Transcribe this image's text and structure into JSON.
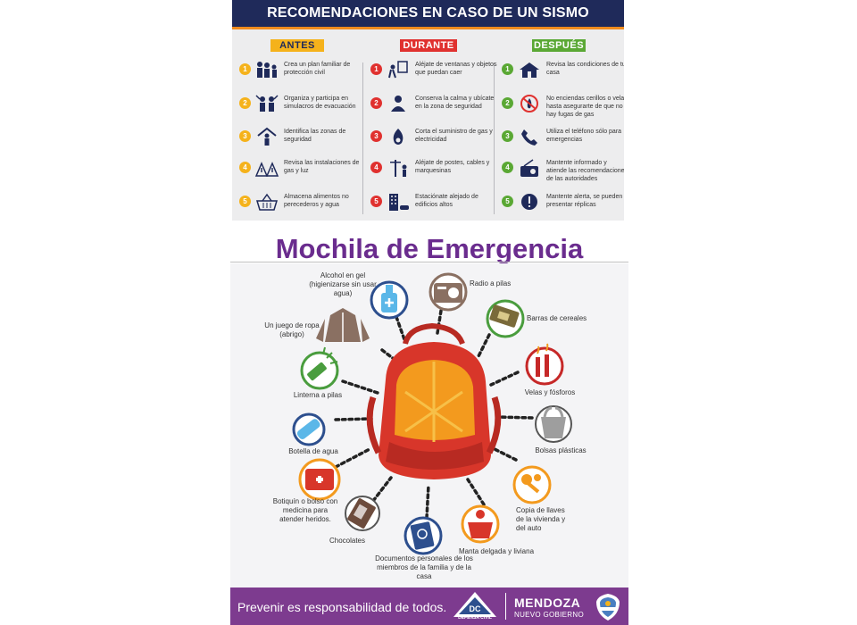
{
  "sismo": {
    "title": "RECOMENDACIONES EN CASO DE UN SISMO",
    "columns": [
      {
        "label": "ANTES",
        "color": "#f5b21b",
        "text_color": "#1f2a5a",
        "items": [
          {
            "n": "1",
            "text": "Crea un plan familiar de protección civil",
            "icon": "family-icon"
          },
          {
            "n": "2",
            "text": "Organiza y participa en simulacros de evacuación",
            "icon": "evacuation-drill-icon"
          },
          {
            "n": "3",
            "text": "Identifica las zonas de seguridad",
            "icon": "safe-zone-icon"
          },
          {
            "n": "4",
            "text": "Revisa las instalaciones de gas y luz",
            "icon": "warning-signs-icon"
          },
          {
            "n": "5",
            "text": "Almacena alimentos no perecederos y agua",
            "icon": "basket-icon"
          }
        ]
      },
      {
        "label": "DURANTE",
        "color": "#e0312f",
        "text_color": "#ffffff",
        "items": [
          {
            "n": "1",
            "text": "Aléjate de ventanas y objetos que puedan caer",
            "icon": "falling-objects-icon"
          },
          {
            "n": "2",
            "text": "Conserva la calma y ubícate en la zona de seguridad",
            "icon": "calm-person-icon"
          },
          {
            "n": "3",
            "text": "Corta el suministro de gas y electricidad",
            "icon": "gas-flame-icon"
          },
          {
            "n": "4",
            "text": "Aléjate de postes, cables y marquesinas",
            "icon": "power-pole-icon"
          },
          {
            "n": "5",
            "text": "Estaciónate alejado de edificios altos",
            "icon": "building-car-icon"
          }
        ]
      },
      {
        "label": "DESPUÉS",
        "color": "#5aa834",
        "text_color": "#ffffff",
        "items": [
          {
            "n": "1",
            "text": "Revisa las condiciones de tu casa",
            "icon": "house-icon"
          },
          {
            "n": "2",
            "text": "No enciendas cerillos o velas hasta asegurarte de que no hay fugas de gas",
            "icon": "no-fire-icon"
          },
          {
            "n": "3",
            "text": "Utiliza el teléfono sólo para emergencias",
            "icon": "phone-icon"
          },
          {
            "n": "4",
            "text": "Mantente informado y atiende las recomendaciones de las autoridades",
            "icon": "radio-icon"
          },
          {
            "n": "5",
            "text": "Mantente alerta, se pueden presentar réplicas",
            "icon": "alert-icon"
          }
        ]
      }
    ]
  },
  "mochila": {
    "title": "Mochila de Emergencia",
    "items": {
      "alcohol": "Alcohol en gel (higienizarse sin usar agua)",
      "radio": "Radio a pilas",
      "ropa": "Un juego de ropa (abrigo)",
      "barras": "Barras de cereales",
      "linterna": "Linterna a pilas",
      "velas": "Velas y fósforos",
      "botella": "Botella de agua",
      "bolsas": "Bolsas plásticas",
      "botiquin": "Botiquín o bolso con medicina para atender heridos.",
      "llaves": "Copia de llaves de la vivienda y del auto",
      "chocolates": "Chocolates",
      "documentos": "Documentos personales de los miembros de la familia y de la casa",
      "manta": "Manta delgada y liviana"
    }
  },
  "footer": {
    "slogan": "Prevenir es responsabilidad de todos.",
    "dc_badge": "DC",
    "dc_label": "DEFENSA CIVIL",
    "brand": "MENDOZA",
    "brand_sub": "NUEVO GOBIERNO"
  },
  "colors": {
    "navy": "#1f2a5a",
    "purple": "#6a2c8e",
    "footer_purple": "#7d3b8f",
    "backpack_red": "#d8362a",
    "backpack_orange": "#f39a1e"
  }
}
